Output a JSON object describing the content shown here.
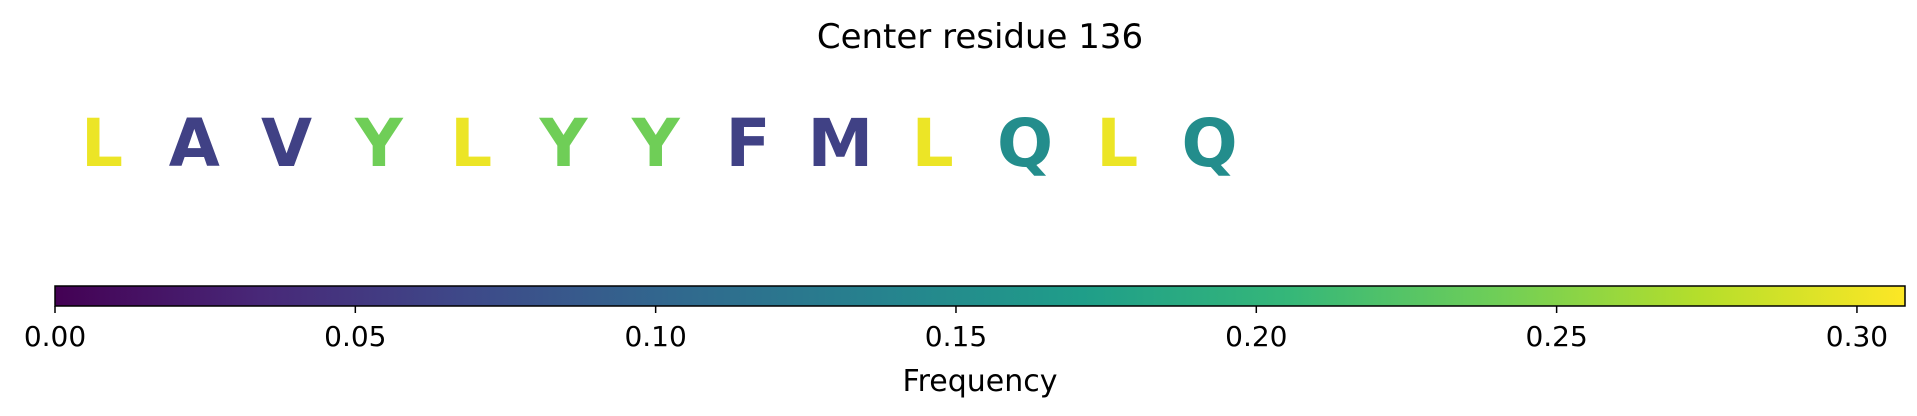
{
  "chart_data": {
    "type": "heatmap",
    "title": "Center residue 136",
    "colormap": "viridis",
    "residues": [
      {
        "letter": "L",
        "frequency": 0.3
      },
      {
        "letter": "A",
        "frequency": 0.06
      },
      {
        "letter": "V",
        "frequency": 0.06
      },
      {
        "letter": "Y",
        "frequency": 0.24
      },
      {
        "letter": "L",
        "frequency": 0.3
      },
      {
        "letter": "Y",
        "frequency": 0.24
      },
      {
        "letter": "Y",
        "frequency": 0.24
      },
      {
        "letter": "F",
        "frequency": 0.06
      },
      {
        "letter": "M",
        "frequency": 0.06
      },
      {
        "letter": "L",
        "frequency": 0.3
      },
      {
        "letter": "Q",
        "frequency": 0.15
      },
      {
        "letter": "L",
        "frequency": 0.3
      },
      {
        "letter": "Q",
        "frequency": 0.15
      }
    ],
    "colorbar": {
      "label": "Frequency",
      "range": [
        0,
        0.308
      ],
      "ticks": [
        0.0,
        0.05,
        0.1,
        0.15,
        0.2,
        0.25,
        0.3
      ],
      "tick_labels": [
        "0.00",
        "0.05",
        "0.10",
        "0.15",
        "0.20",
        "0.25",
        "0.30"
      ]
    }
  }
}
